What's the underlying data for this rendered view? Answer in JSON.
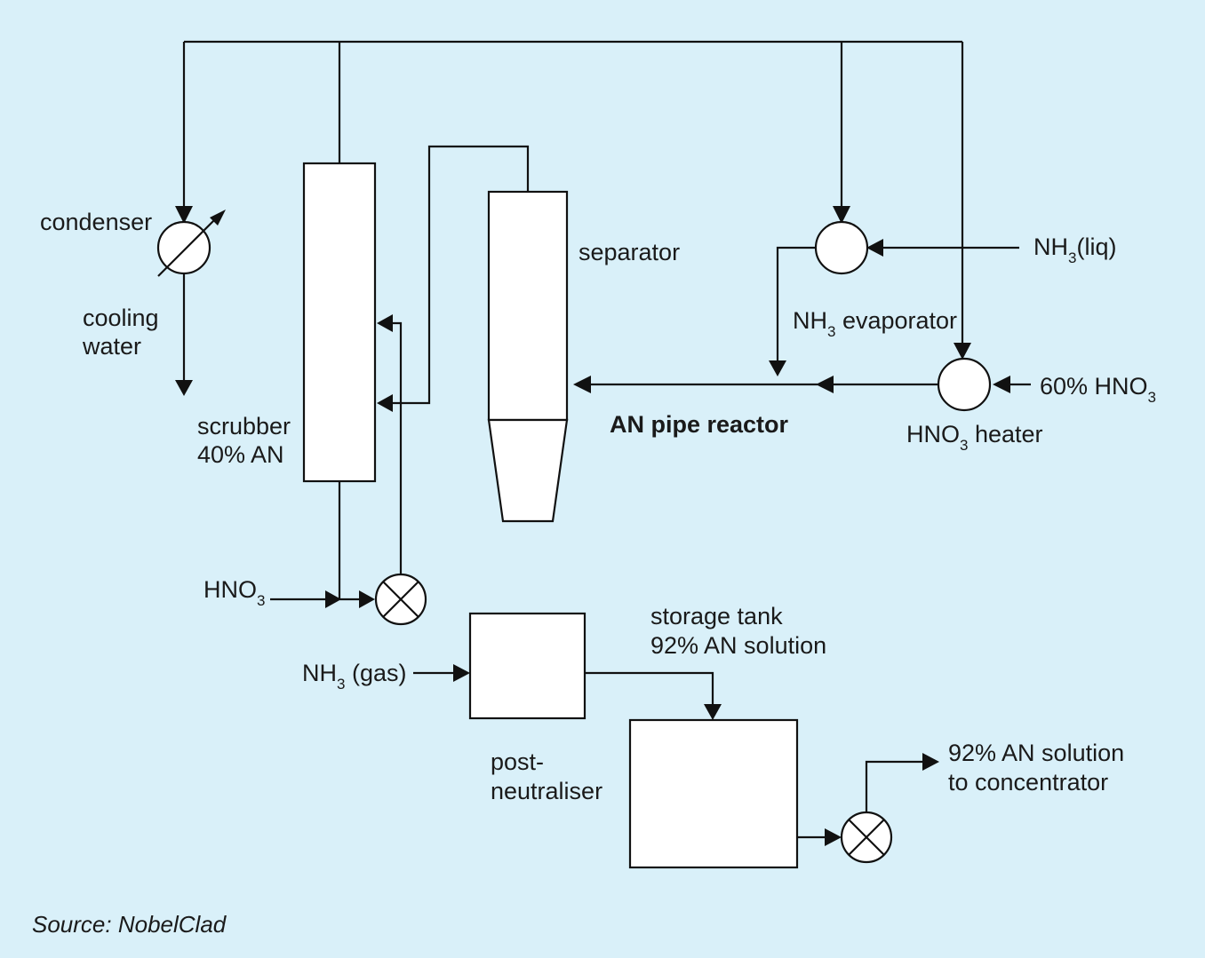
{
  "labels": {
    "condenser": "condenser",
    "cooling_water_1": "cooling",
    "cooling_water_2": "water",
    "scrubber_1": "scrubber",
    "scrubber_2": "40% AN",
    "separator": "separator",
    "nh3_liq_main": "NH",
    "nh3_liq_sub": "3",
    "nh3_liq_rest": "(liq)",
    "nh3_evap_main": "NH",
    "nh3_evap_sub": "3",
    "nh3_evap_rest": " evaporator",
    "hno3_60_main": "60% HNO",
    "hno3_60_sub": "3",
    "hno3_heater_main": "HNO",
    "hno3_heater_sub": "3",
    "hno3_heater_rest": " heater",
    "reactor": "AN pipe reactor",
    "hno3_feed_main": "HNO",
    "hno3_feed_sub": "3",
    "nh3_gas_main": "NH",
    "nh3_gas_sub": "3",
    "nh3_gas_rest": " (gas)",
    "storage_1": "storage tank",
    "storage_2": "92% AN solution",
    "postneut_1": "post-",
    "postneut_2": "neutraliser",
    "out_1": "92% AN solution",
    "out_2": "to concentrator",
    "source": "Source: NobelClad"
  },
  "colors": {
    "background": "#d9f0f9",
    "line": "#111111",
    "fill": "#ffffff"
  }
}
